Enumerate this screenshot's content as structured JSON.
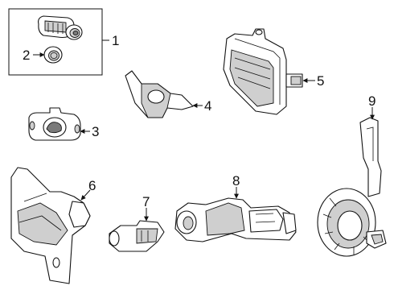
{
  "callouts": [
    {
      "id": "1",
      "label": "1"
    },
    {
      "id": "2",
      "label": "2"
    },
    {
      "id": "3",
      "label": "3"
    },
    {
      "id": "4",
      "label": "4"
    },
    {
      "id": "5",
      "label": "5"
    },
    {
      "id": "6",
      "label": "6"
    },
    {
      "id": "7",
      "label": "7"
    },
    {
      "id": "8",
      "label": "8"
    },
    {
      "id": "9",
      "label": "9"
    }
  ],
  "colors": {
    "line": "#111111",
    "shade": "#cfcfcf",
    "background": "#ffffff"
  }
}
